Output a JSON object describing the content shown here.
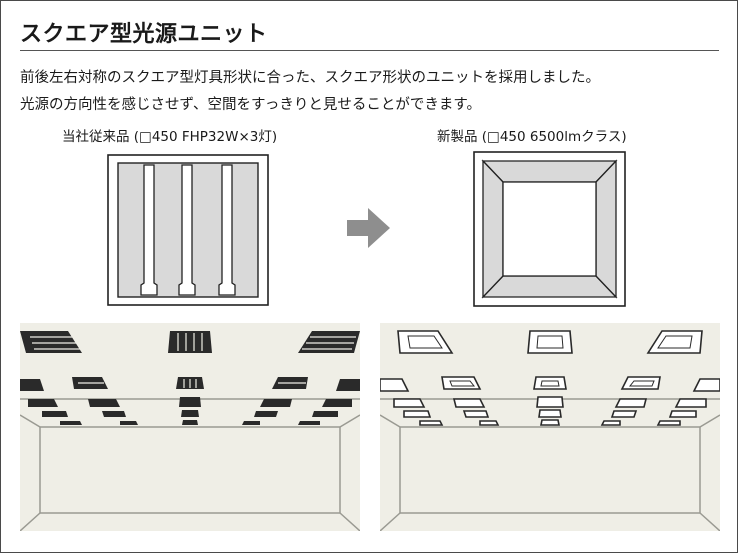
{
  "page": {
    "title": "スクエア型光源ユニット",
    "description_line1": "前後左右対称のスクエア型灯具形状に合った、スクエア形状のユニットを採用しました。",
    "description_line2": "光源の方向性を感じさせず、空間をすっきりと見せることができます。"
  },
  "comparison": {
    "old_caption": "当社従来品 (□450 FHP32W×3灯)",
    "new_caption": "新製品 (□450 6500lmクラス)"
  },
  "colors": {
    "frame_border": "#4a4a4a",
    "panel_fill": "#d9d9d9",
    "arrow_fill": "#8e8e8e",
    "room_fill": "#efeee6",
    "room_line": "#9a9a92"
  },
  "icons": [
    "fluorescent-fixture-icon",
    "square-led-fixture-icon",
    "right-arrow-icon"
  ]
}
